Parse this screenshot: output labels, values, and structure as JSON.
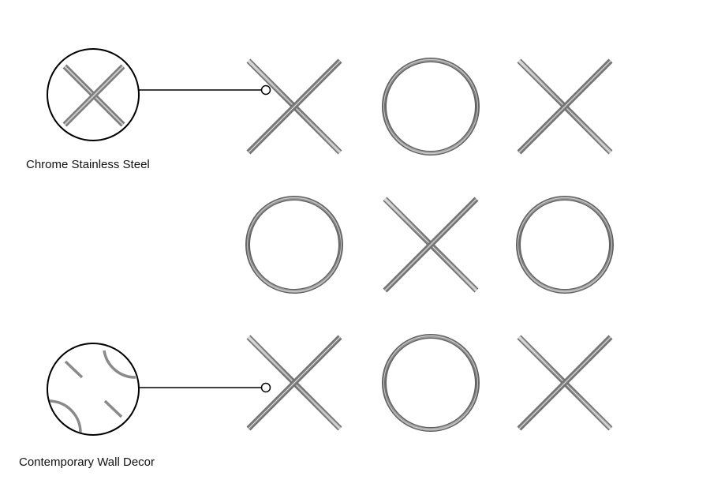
{
  "callouts": [
    {
      "id": "material",
      "label": "Chrome Stainless Steel",
      "icon": "x-closeup-icon"
    },
    {
      "id": "style",
      "label": "Contemporary Wall Decor",
      "icon": "x-center-gap-closeup-icon"
    }
  ],
  "board": {
    "rows": [
      [
        "X",
        "O",
        "X"
      ],
      [
        "O",
        "X",
        "O"
      ],
      [
        "X",
        "O",
        "X"
      ]
    ]
  },
  "colors": {
    "metal_light": "#c4c4c4",
    "metal_mid": "#8a8a8a",
    "metal_dark": "#555555",
    "line": "#000000"
  }
}
